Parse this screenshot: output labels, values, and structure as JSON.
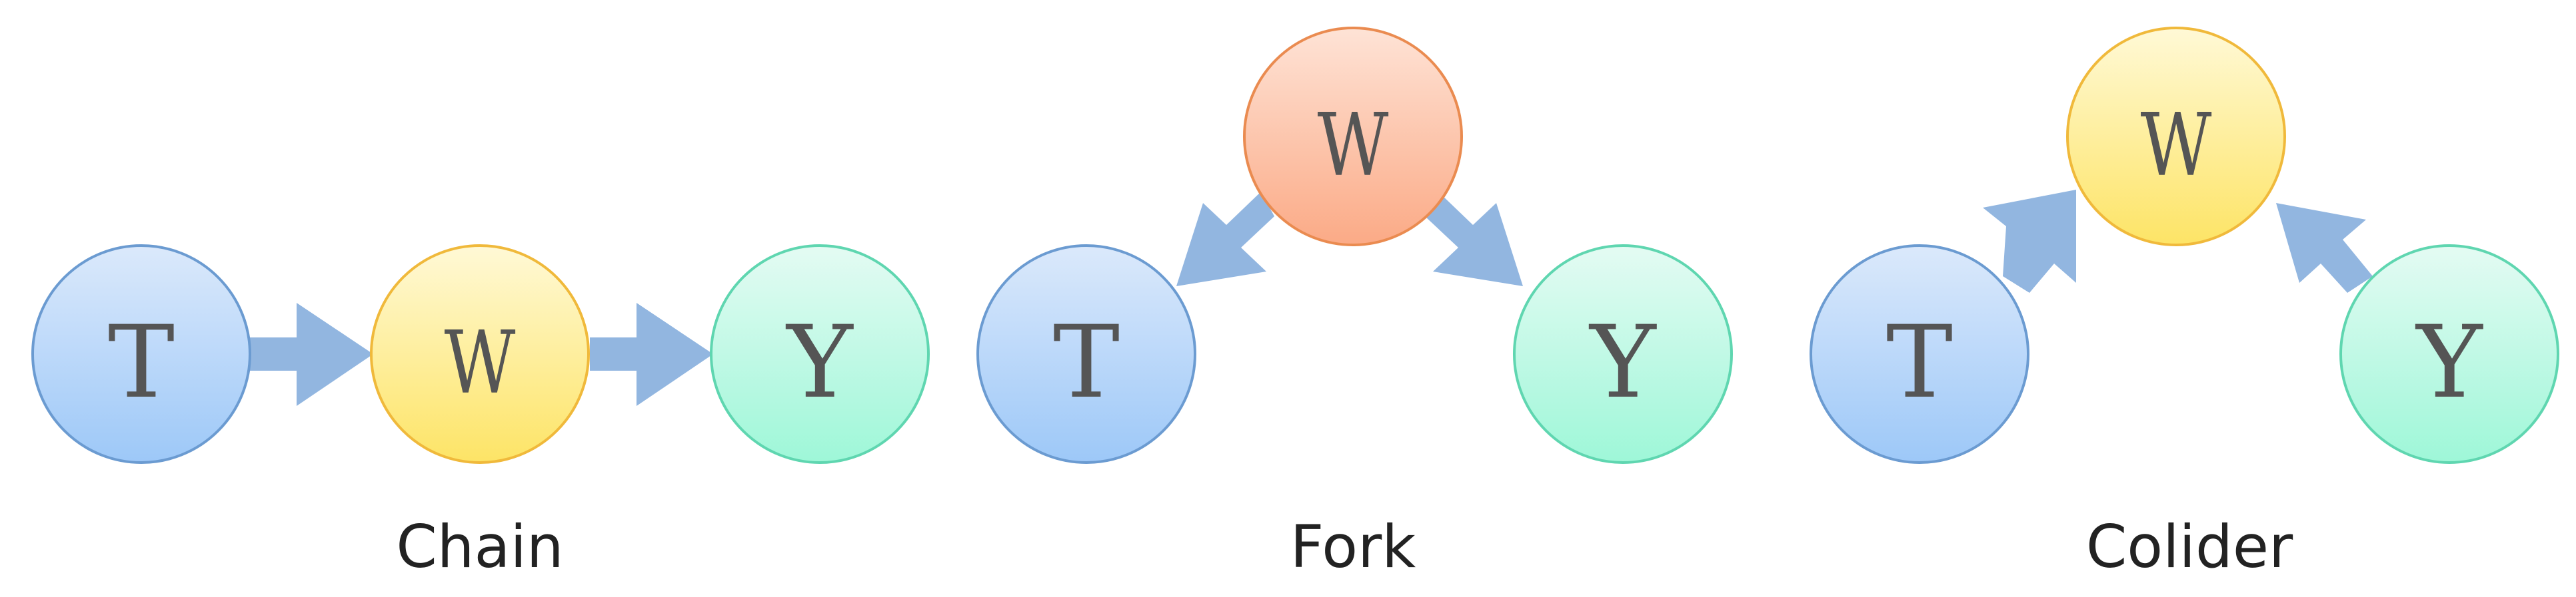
{
  "panels": [
    {
      "label": "Chain",
      "nodes": [
        "T",
        "W",
        "Y"
      ]
    },
    {
      "label": "Fork",
      "nodes": [
        "W",
        "T",
        "Y"
      ]
    },
    {
      "label": "Colider",
      "nodes": [
        "W",
        "T",
        "Y"
      ]
    }
  ],
  "colors": {
    "blue_node_top": "#dbe9fb",
    "blue_node_bottom": "#9dc8f8",
    "blue_node_stroke": "#6b9bd1",
    "yellow_node_top": "#fff9d6",
    "yellow_node_bottom": "#fde466",
    "yellow_node_stroke": "#f0b93b",
    "green_node_top": "#e4fbf3",
    "green_node_bottom": "#9ef7d8",
    "green_node_stroke": "#5fd6b0",
    "orange_node_top": "#fee3d6",
    "orange_node_bottom": "#fbaa86",
    "orange_node_stroke": "#ea8b50",
    "arrow": "#92b6e0"
  }
}
